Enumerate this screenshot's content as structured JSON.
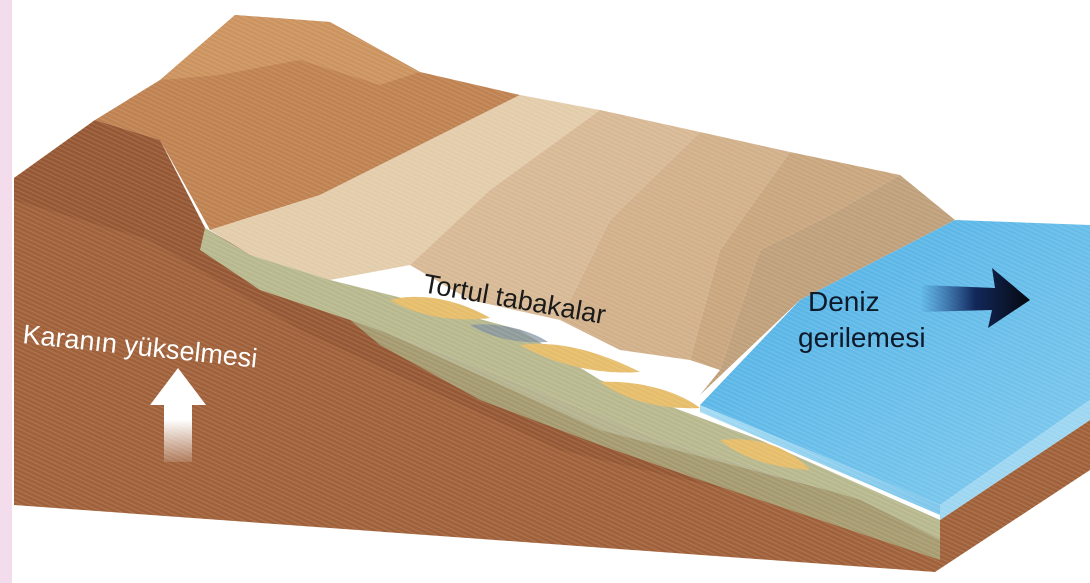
{
  "labels": {
    "land_uplift": "Karanın yükselmesi",
    "sedimentary_layers": "Tortul tabakalar",
    "sea_regression_line1": "Deniz",
    "sea_regression_line2": "gerilemesi"
  },
  "arrows": {
    "uplift": "up-arrow-icon",
    "regression": "right-arrow-icon"
  },
  "colors": {
    "page_background": "#f3dcec",
    "cross_section": "#a0613a",
    "cliff_face": "#bf8250",
    "slope_terraces": "#dcc29e",
    "green_layer": "#b8b88e",
    "sediment_lenses": "#e6bd6a",
    "sea_surface": "#5fb8e6",
    "sea_side": "#8fd0ef"
  }
}
